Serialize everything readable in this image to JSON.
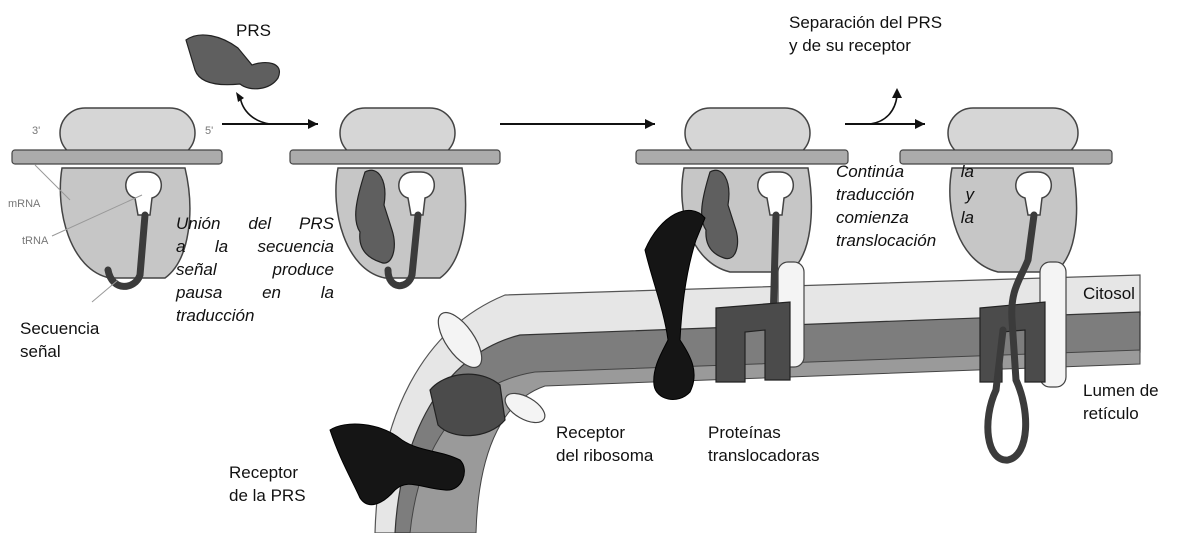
{
  "labels": {
    "prs": "PRS",
    "separation": [
      "Separación del PRS",
      "y de su receptor"
    ],
    "three_prime": "3'",
    "five_prime": "5'",
    "mrna": "mRNA",
    "trna": "tRNA",
    "signal_sequence": [
      "Secuencia",
      "señal"
    ],
    "srp_binding": [
      "Unión del PRS",
      "a la secuencia",
      "señal produce",
      "pausa en la",
      "traducción"
    ],
    "continues": [
      "Continúa la",
      "traducción y",
      "comienza la",
      "translocación"
    ],
    "cytosol": "Citosol",
    "er_lumen": [
      "Lumen de",
      "retículo"
    ],
    "ribosome_receptor": [
      "Receptor",
      "del ribosoma"
    ],
    "translocator_proteins": [
      "Proteínas",
      "translocadoras"
    ],
    "prs_receptor": [
      "Receptor",
      "de la PRS"
    ]
  },
  "colors": {
    "ribosome_large": "#d2d2d2",
    "ribosome_small": "#c4c4c4",
    "mrna": "#a9a9a9",
    "membrane_top": "#e4e4e4",
    "membrane_core": "#7a7a7a",
    "prs": "#5e5e5e",
    "receptor": "#151515",
    "translocator": "#4a4a4a",
    "peptide": "#3a3a3a"
  }
}
